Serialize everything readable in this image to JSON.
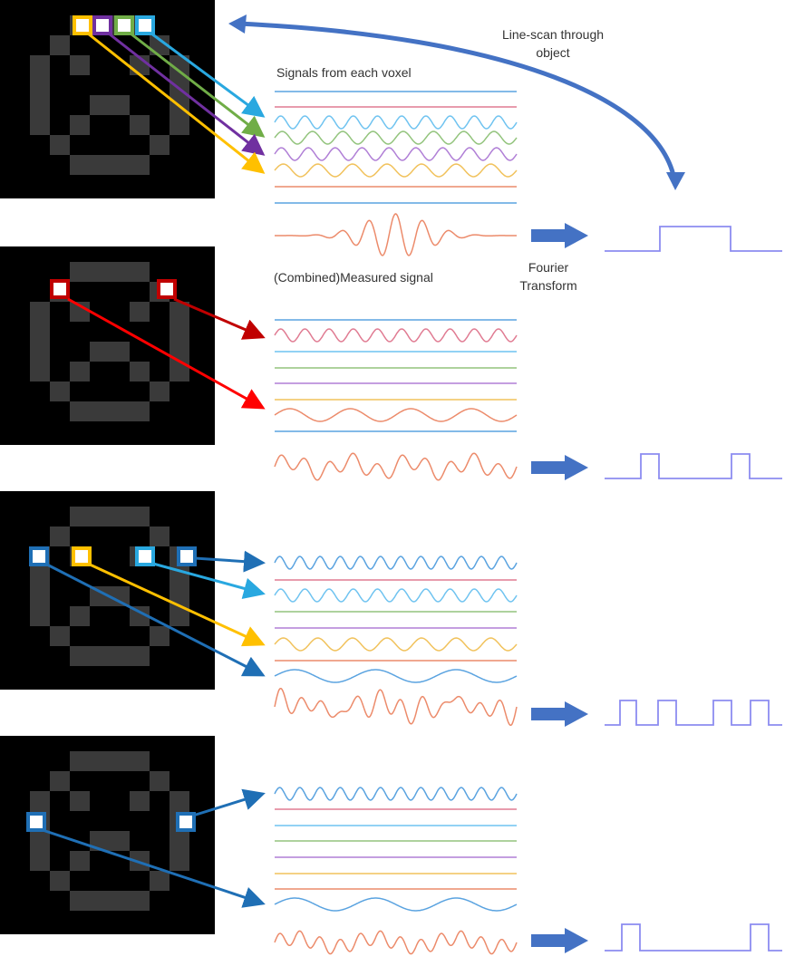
{
  "labels": {
    "signals_from_each_voxel": "Signals from each voxel",
    "combined_measured_signal": "(Combined)Measured signal",
    "fourier_transform": "Fourier\nTransform",
    "line_scan": "Line-scan through\nobject"
  },
  "colors": {
    "image_bg": "#000000",
    "pixel_gray": "#3a3a3a",
    "blue": "#5aa3e0",
    "pink": "#e07b92",
    "sky": "#6fc3f0",
    "green": "#93c47d",
    "purple": "#b07fd6",
    "yellow": "#f1c25c",
    "orange": "#ec8b6b",
    "spectrum": "#8c8cf0",
    "arrow_blue": "#4472c4"
  },
  "panels": [
    {
      "name": "panel-1",
      "selected_voxels": [
        "yellow",
        "purple",
        "green",
        "sky"
      ],
      "spectrum_pattern": "single wide peak"
    },
    {
      "name": "panel-2",
      "selected_voxels": [
        "red",
        "red"
      ],
      "spectrum_pattern": "two narrow peaks"
    },
    {
      "name": "panel-3",
      "selected_voxels": [
        "blue",
        "yellow",
        "sky",
        "blue"
      ],
      "spectrum_pattern": "four narrow peaks"
    },
    {
      "name": "panel-4",
      "selected_voxels": [
        "blue",
        "blue"
      ],
      "spectrum_pattern": "two narrow peaks"
    }
  ]
}
